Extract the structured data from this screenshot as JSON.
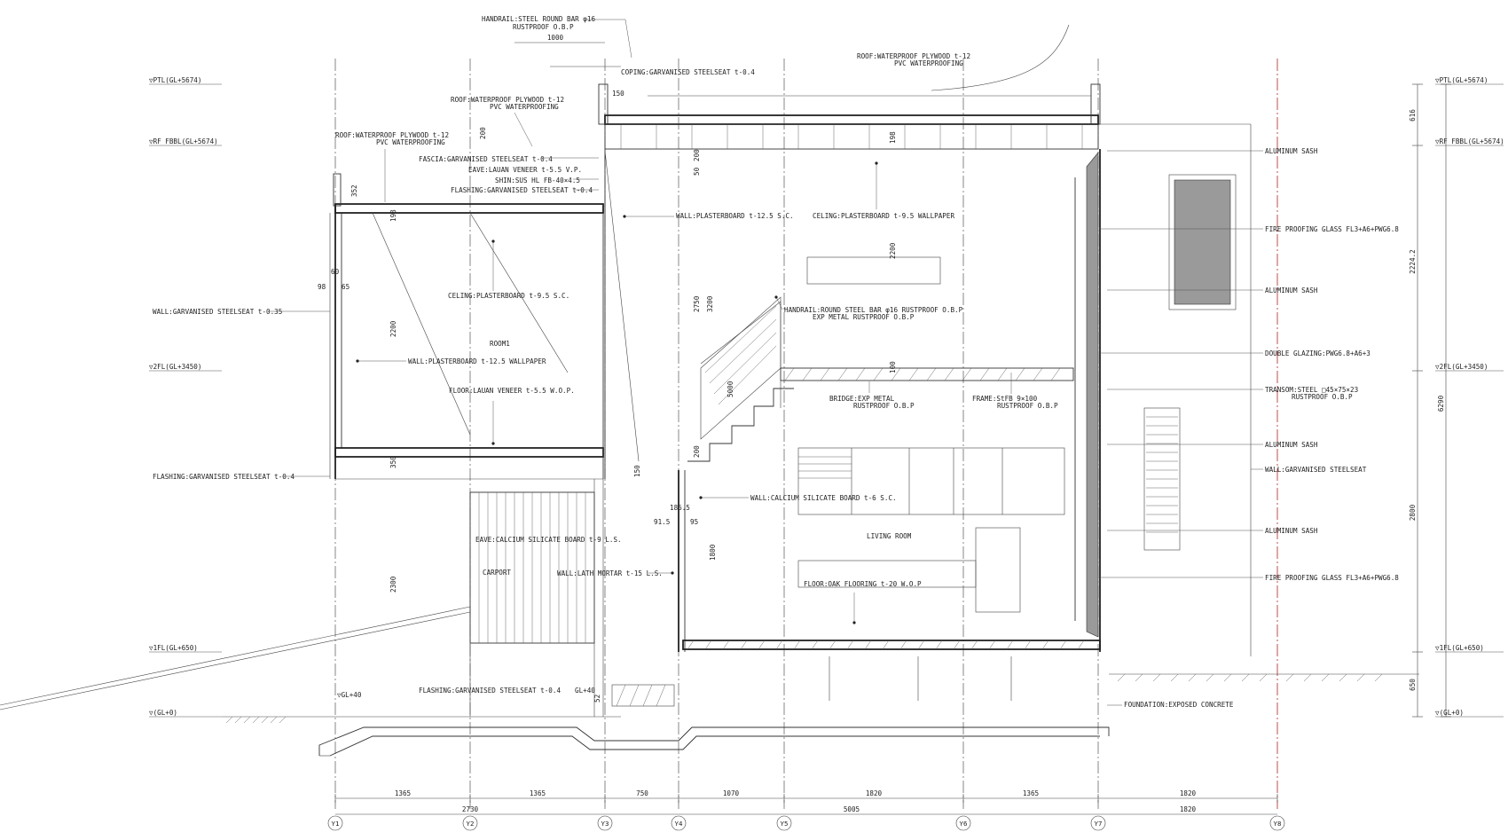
{
  "colors": {
    "line": "#333333",
    "red_axis": "#d03030",
    "glass_fill": "#9a9a9a",
    "background": "#ffffff"
  },
  "levels_left": [
    {
      "key": "ptl",
      "text": "▽PTL(GL+5674)"
    },
    {
      "key": "rf",
      "text": "▽RF  FBBL(GL+5674)"
    },
    {
      "key": "fl2",
      "text": "▽2FL(GL+3450)"
    },
    {
      "key": "fl1",
      "text": "▽1FL(GL+650)"
    },
    {
      "key": "gl",
      "text": "▽(GL+0)"
    }
  ],
  "levels_right": [
    {
      "key": "ptl",
      "text": "▽PTL(GL+5674)"
    },
    {
      "key": "rf",
      "text": "▽RF  FBBL(GL+5674)"
    },
    {
      "key": "fl2",
      "text": "▽2FL(GL+3450)"
    },
    {
      "key": "fl1",
      "text": "▽1FL(GL+650)"
    },
    {
      "key": "gl",
      "text": "▽(GL+0)"
    }
  ],
  "grid_axes": [
    "Y1",
    "Y2",
    "Y3",
    "Y4",
    "Y5",
    "Y6",
    "Y7",
    "Y8"
  ],
  "bottom_dims_row1": [
    "1365",
    "1365",
    "750",
    "1070",
    "1820",
    "1365",
    "1820"
  ],
  "bottom_dims_row2": [
    "2730",
    "5005",
    "1820"
  ],
  "right_dims_inner": [
    "616",
    "2224.2",
    "2800",
    "650"
  ],
  "right_dims_outer": [
    "6290"
  ],
  "rooms": [
    "ROOM1",
    "CARPORT",
    "LIVING ROOM"
  ],
  "labels": [
    "HANDRAIL:STEEL ROUND BAR φ16",
    "RUSTPROOF O.B.P",
    "ROOF:WATERPROOF PLYWOOD t-12",
    "PVC WATERPROOFING",
    "COPING:GARVANISED STEELSEAT t-0.4",
    "ROOF:WATERPROOF PLYWOOD t-12",
    "PVC WATERPROOFING",
    "ROOF:WATERPROOF PLYWOOD t-12",
    "PVC WATERPROOFING",
    "FASCIA:GARVANISED STEELSEAT t-0.4",
    "EAVE:LAUAN VENEER t-5.5 V.P.",
    "SHIN:SUS HL FB-40×4.5",
    "FLASHING:GARVANISED STEELSEAT t-0.4",
    "WALL:PLASTERBOARD t-12.5 S.C.",
    "CELING:PLASTERBOARD t-9.5 WALLPAPER",
    "WALL:GARVANISED STEELSEAT t-0.35",
    "CELING:PLASTERBOARD t-9.5 S.C.",
    "WALL:PLASTERBOARD t-12.5 WALLPAPER",
    "FLOOR:LAUAN VENEER t-5.5 W.O.P.",
    "HANDRAIL:ROUND STEEL BAR φ16 RUSTPROOF O.B.P",
    "EXP METAL RUSTPROOF O.B.P",
    "BRIDGE:EXP METAL",
    "RUSTPROOF O.B.P",
    "FRAME:StFB 9×100",
    "RUSTPROOF O.B.P",
    "FLASHING:GARVANISED STEELSEAT t-0.4",
    "WALL:CALCIUM SILICATE BOARD t-6 S.C.",
    "EAVE:CALCIUM SILICATE BOARD t-9 L.S.",
    "WALL:LATH MORTAR t-15 L.S.",
    "FLOOR:OAK FLOORING  t-20 W.O.P",
    "FLASHING:GARVANISED STEELSEAT t-0.4",
    "GL+40",
    "▽GL+40",
    "FOUNDATION:EXPOSED CONCRETE",
    "ALUMINUM SASH",
    "FIRE PROOFING GLASS FL3+A6+PWG6.8",
    "ALUMINUM SASH",
    "DOUBLE GLAZING:PWG6.8+A6+3",
    "TRANSOM:STEEL □45×75×23",
    "RUSTPROOF O.B.P",
    "ALUMINUM SASH",
    "WALL:GARVANISED STEELSEAT",
    "ALUMINUM SASH",
    "FIRE PROOFING GLASS FL3+A6+PWG6.8"
  ],
  "small_dims": [
    "1000",
    "150",
    "200",
    "198",
    "352",
    "198",
    "60",
    "98",
    "65",
    "2200",
    "350",
    "2300",
    "50",
    "200",
    "2750",
    "3200",
    "2200",
    "5000",
    "100",
    "200",
    "150",
    "186.5",
    "91.5",
    "95",
    "1800",
    "52"
  ]
}
